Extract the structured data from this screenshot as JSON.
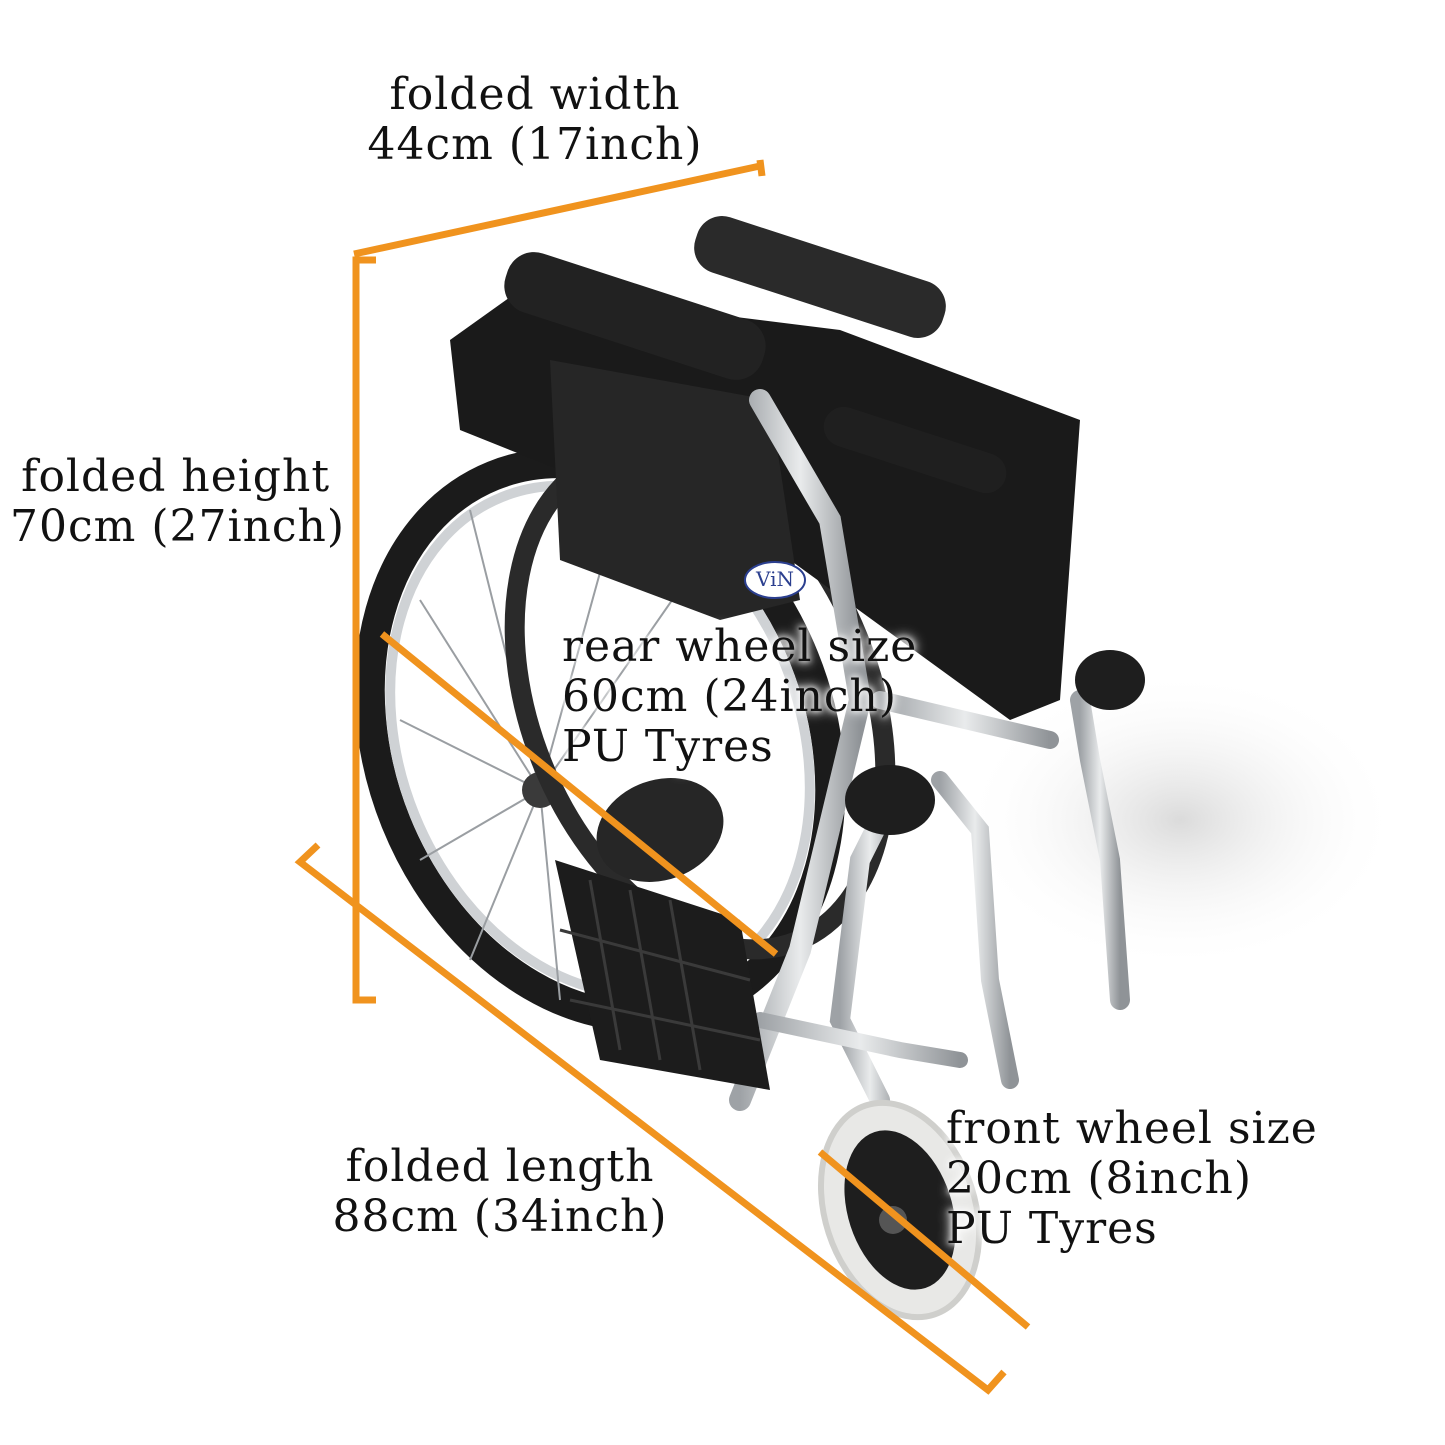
{
  "labels": {
    "folded_width": {
      "line1": "folded width",
      "line2": "44cm (17inch)"
    },
    "folded_height": {
      "line1": "folded height",
      "line2": "70cm (27inch)"
    },
    "rear_wheel": {
      "line1": "rear wheel size",
      "line2": "60cm (24inch)",
      "line3": "PU Tyres"
    },
    "folded_length": {
      "line1": "folded length",
      "line2": "88cm (34inch)"
    },
    "front_wheel": {
      "line1": "front wheel size",
      "line2": "20cm (8inch)",
      "line3": "PU Tyres"
    }
  },
  "logo": {
    "text": "ViN"
  },
  "colors": {
    "measure_line": "#F0931E",
    "text": "#111111",
    "frame": "#C9CCCF",
    "upholstery": "#1A1A1A",
    "logo_text": "#2B3F8F"
  }
}
